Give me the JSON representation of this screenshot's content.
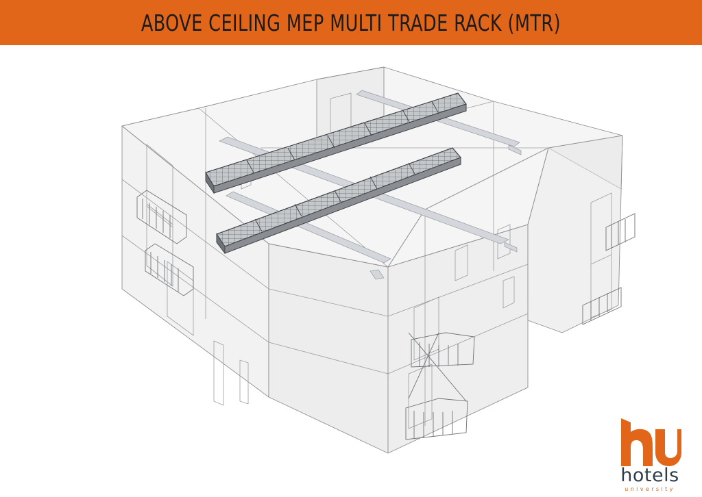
{
  "header": {
    "title": "ABOVE CEILING MEP MULTI TRADE RACK (MTR)",
    "background_color": "#e2661a",
    "text_color": "#1b1b1b"
  },
  "logo": {
    "wordmark": "hotels",
    "subtitle": "university",
    "accent_color": "#e2661a",
    "text_color": "#2f3d4a"
  }
}
